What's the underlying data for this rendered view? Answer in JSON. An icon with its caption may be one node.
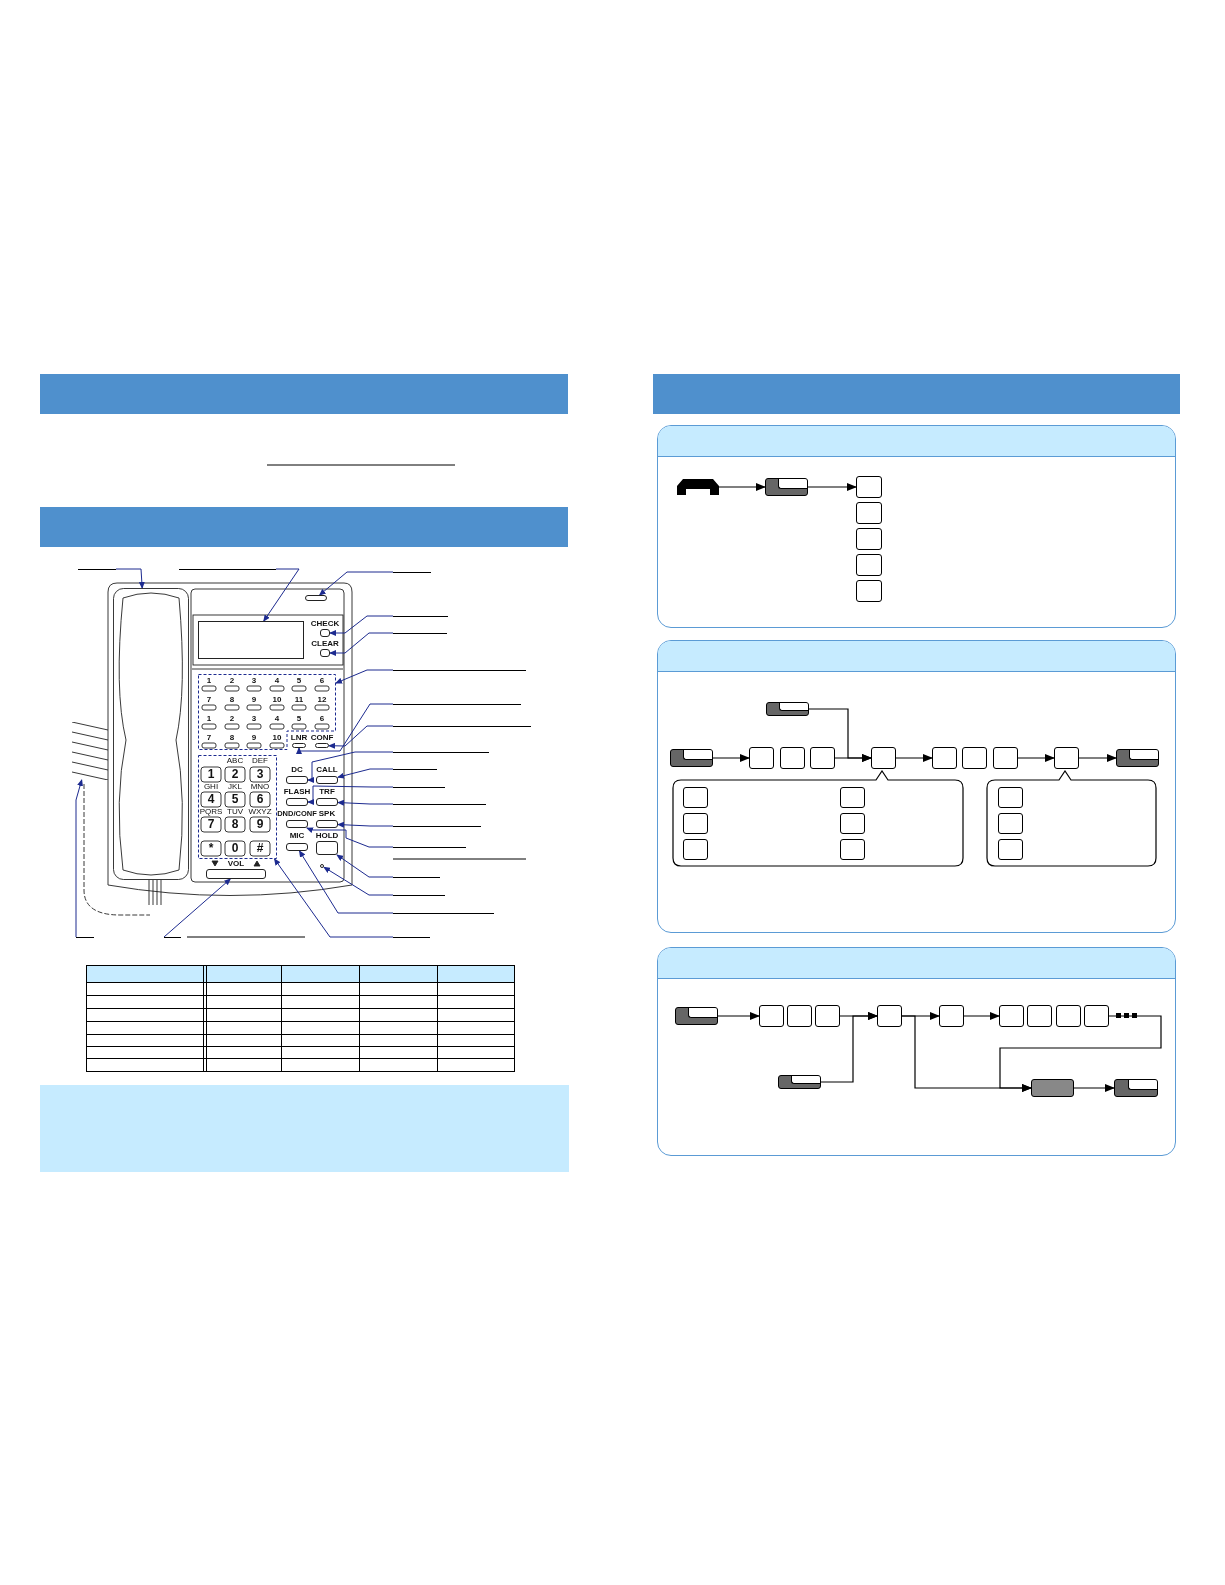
{
  "diagram": {
    "nodes": [
      {
        "text": [],
        "shape": "handset"
      },
      {
        "text": [],
        "shape": "button"
      },
      {
        "text": [],
        "shape": "square"
      },
      {
        "text": [],
        "shape": "square"
      },
      {
        "text": [],
        "shape": "square"
      },
      {
        "text": [],
        "shape": "square"
      },
      {
        "text": [],
        "shape": "square"
      },
      {
        "text": [],
        "shape": "button"
      },
      {
        "text": [],
        "shape": "button"
      },
      {
        "text": [],
        "shape": "square"
      },
      {
        "text": [],
        "shape": "square"
      },
      {
        "text": [],
        "shape": "square"
      },
      {
        "text": [],
        "shape": "square"
      },
      {
        "text": [],
        "shape": "square"
      },
      {
        "text": [],
        "shape": "square"
      },
      {
        "text": [],
        "shape": "square"
      },
      {
        "text": [],
        "shape": "square"
      },
      {
        "text": [],
        "shape": "button"
      },
      {
        "text": [],
        "shape": "callout"
      },
      {
        "text": [],
        "shape": "square",
        "in": 18
      },
      {
        "text": [],
        "shape": "square",
        "in": 18
      },
      {
        "text": [],
        "shape": "square",
        "in": 18
      },
      {
        "text": [],
        "shape": "square",
        "in": 18
      },
      {
        "text": [],
        "shape": "square",
        "in": 18
      },
      {
        "text": [],
        "shape": "square",
        "in": 18
      },
      {
        "text": [],
        "shape": "callout"
      },
      {
        "text": [],
        "shape": "square",
        "in": 25
      },
      {
        "text": [],
        "shape": "square",
        "in": 25
      },
      {
        "text": [],
        "shape": "square",
        "in": 25
      },
      {
        "text": [],
        "shape": "button"
      },
      {
        "text": [],
        "shape": "square"
      },
      {
        "text": [],
        "shape": "square"
      },
      {
        "text": [],
        "shape": "square"
      },
      {
        "text": [],
        "shape": "square"
      },
      {
        "text": [],
        "shape": "square"
      },
      {
        "text": [],
        "shape": "square"
      },
      {
        "text": [],
        "shape": "square"
      },
      {
        "text": [],
        "shape": "square"
      },
      {
        "text": [],
        "shape": "square"
      },
      {
        "text": [],
        "shape": "button"
      },
      {
        "text": [],
        "shape": "box"
      },
      {
        "text": [],
        "shape": "button"
      },
      {
        "text": [],
        "shape": "line"
      },
      {
        "text": [],
        "shape": "line"
      },
      {
        "text": [],
        "shape": "line"
      },
      {
        "text": [],
        "shape": "line"
      },
      {
        "text": [],
        "shape": "line"
      },
      {
        "text": [],
        "shape": "line"
      },
      {
        "text": [],
        "shape": "line"
      },
      {
        "text": [],
        "shape": "line"
      },
      {
        "text": [],
        "shape": "line"
      },
      {
        "text": [],
        "shape": "line"
      },
      {
        "text": [],
        "shape": "line"
      },
      {
        "text": [],
        "shape": "line"
      },
      {
        "text": [],
        "shape": "line"
      },
      {
        "text": [],
        "shape": "line"
      },
      {
        "text": [],
        "shape": "line"
      },
      {
        "text": [],
        "shape": "line"
      },
      {
        "text": [],
        "shape": "line"
      },
      {
        "text": [],
        "shape": "line"
      },
      {
        "text": [],
        "shape": "line"
      },
      {
        "text": [],
        "shape": "line"
      },
      {
        "text": [],
        "shape": "band"
      },
      {
        "text": [],
        "shape": "receiver"
      },
      {
        "text": [],
        "shape": "cord"
      },
      {
        "text": [],
        "shape": "lamp"
      },
      {
        "text": [],
        "shape": "screen"
      },
      {
        "text": [],
        "shape": "key"
      },
      {
        "text": [],
        "shape": "key"
      },
      {
        "text": [],
        "shape": "frame"
      },
      {
        "text": [],
        "shape": "key"
      },
      {
        "text": [],
        "shape": "key"
      },
      {
        "text": [],
        "shape": "frame"
      },
      {
        "text": [],
        "shape": "key"
      },
      {
        "text": [],
        "shape": "key"
      },
      {
        "text": [],
        "shape": "key"
      },
      {
        "text": [],
        "shape": "key"
      },
      {
        "text": [],
        "shape": "key"
      },
      {
        "text": [],
        "shape": "key"
      },
      {
        "text": [],
        "shape": "key"
      },
      {
        "text": [],
        "shape": "key"
      },
      {
        "text": [],
        "shape": "circle"
      },
      {
        "text": [],
        "shape": "key"
      }
    ],
    "edges": [
      {
        "from": 0,
        "to": 1,
        "arrow": "to",
        "color": "#000000"
      },
      {
        "from": 1,
        "to": 2,
        "arrow": "to",
        "color": "#000000"
      },
      {
        "from": 8,
        "to": 9,
        "arrow": "to",
        "color": "#000000"
      },
      {
        "from": 11,
        "to": 12,
        "arrow": "to",
        "color": "#000000"
      },
      {
        "from": 7,
        "to": 12,
        "arrow": "to",
        "color": "#000000"
      },
      {
        "from": 12,
        "to": 13,
        "arrow": "to",
        "color": "#000000"
      },
      {
        "from": 15,
        "to": 16,
        "arrow": "to",
        "color": "#000000"
      },
      {
        "from": 16,
        "to": 17,
        "arrow": "to",
        "color": "#000000"
      },
      {
        "from": 29,
        "to": 30,
        "arrow": "to",
        "color": "#000000"
      },
      {
        "from": 32,
        "to": 33,
        "arrow": "to",
        "color": "#000000"
      },
      {
        "from": 39,
        "to": 33,
        "arrow": "to",
        "color": "#000000"
      },
      {
        "from": 33,
        "to": 34,
        "arrow": "to",
        "color": "#000000"
      },
      {
        "from": 33,
        "to": 40,
        "arrow": "to",
        "color": "#000000"
      },
      {
        "from": 34,
        "to": 35,
        "arrow": "to",
        "color": "#000000"
      },
      {
        "from": 38,
        "to": 40,
        "arrow": "to",
        "color": "#000000"
      },
      {
        "from": 40,
        "to": 41,
        "arrow": "to",
        "color": "#000000"
      },
      {
        "from": 42,
        "to": 63,
        "arrow": "to"
      },
      {
        "from": 43,
        "to": 66,
        "arrow": "to"
      },
      {
        "from": 44,
        "to": 65,
        "arrow": "to"
      },
      {
        "from": 45,
        "to": 67,
        "arrow": "to"
      },
      {
        "from": 46,
        "to": 68,
        "arrow": "to"
      },
      {
        "from": 47,
        "to": 69,
        "arrow": "to"
      },
      {
        "from": 48,
        "to": 70,
        "arrow": "to"
      },
      {
        "from": 49,
        "to": 71,
        "arrow": "to"
      },
      {
        "from": 50,
        "to": 73,
        "arrow": "to"
      },
      {
        "from": 51,
        "to": 74,
        "arrow": "to"
      },
      {
        "from": 52,
        "to": 75,
        "arrow": "to"
      },
      {
        "from": 53,
        "to": 76,
        "arrow": "to"
      },
      {
        "from": 54,
        "to": 78,
        "arrow": "to"
      },
      {
        "from": 55,
        "to": 77,
        "arrow": "to"
      },
      {
        "from": 56,
        "to": 79,
        "arrow": "to"
      },
      {
        "from": 57,
        "to": 81,
        "arrow": "to"
      },
      {
        "from": 58,
        "to": 80,
        "arrow": "to"
      },
      {
        "from": 59,
        "to": 64,
        "arrow": "to"
      },
      {
        "from": 60,
        "to": 82,
        "arrow": "to"
      },
      {
        "from": 61,
        "to": 72,
        "arrow": "to"
      }
    ],
    "labels": [
      "CHECK",
      "CLEAR",
      "1",
      "2",
      "3",
      "4",
      "5",
      "6",
      "7",
      "8",
      "9",
      "10",
      "11",
      "12",
      "1",
      "2",
      "3",
      "4",
      "5",
      "6",
      "7",
      "8",
      "9",
      "10",
      "LNR",
      "CONF",
      "ABC",
      "DEF",
      "1",
      "2",
      "3",
      "DC",
      "CALL",
      "GHI",
      "JKL",
      "MNO",
      "FLASH",
      "TRF",
      "4",
      "5",
      "6",
      "PQRS",
      "TUV",
      "WXYZ",
      "DND/CONF",
      "SPK",
      "7",
      "8",
      "9",
      "MIC",
      "HOLD",
      "*",
      "0",
      "#",
      "VOL"
    ]
  }
}
